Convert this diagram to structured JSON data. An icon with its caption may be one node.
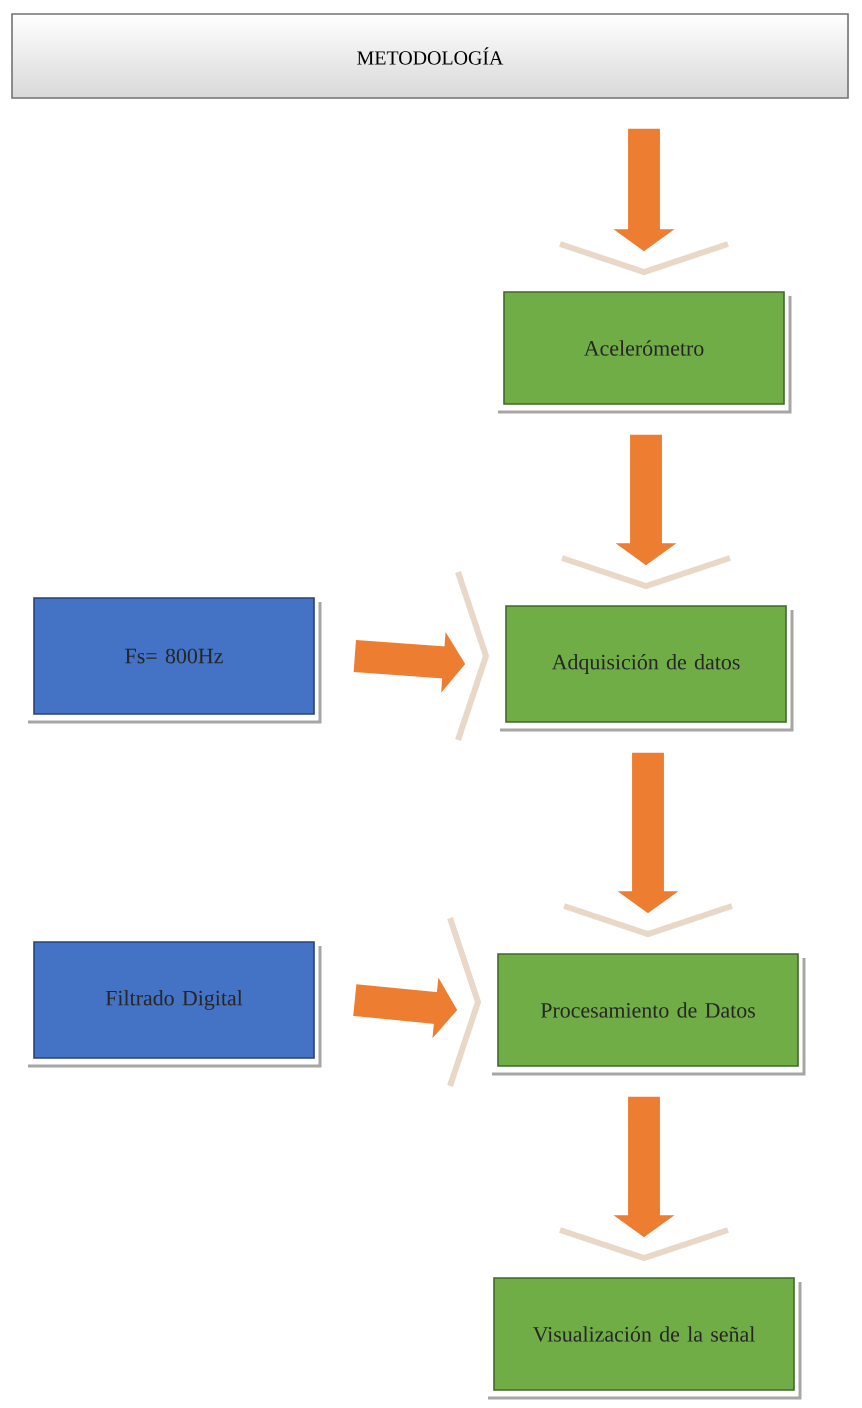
{
  "diagram": {
    "nodes": [
      {
        "text": [
          "METODOLOGÍA"
        ]
      },
      {
        "text": [
          "Acelerómetro"
        ]
      },
      {
        "text": [
          "Fs= 800Hz"
        ]
      },
      {
        "text": [
          "Adquisición de datos"
        ]
      },
      {
        "text": [
          "Filtrado Digital"
        ]
      },
      {
        "text": [
          "Procesamiento de Datos"
        ]
      },
      {
        "text": [
          "Visualización de la señal"
        ]
      }
    ],
    "edges": [
      {
        "from": 0,
        "to": 1,
        "arrow": "to"
      },
      {
        "from": 1,
        "to": 3,
        "arrow": "to"
      },
      {
        "from": 2,
        "to": 3,
        "arrow": "to"
      },
      {
        "from": 3,
        "to": 5,
        "arrow": "to"
      },
      {
        "from": 4,
        "to": 5,
        "arrow": "to"
      },
      {
        "from": 5,
        "to": 6,
        "arrow": "to"
      }
    ]
  }
}
